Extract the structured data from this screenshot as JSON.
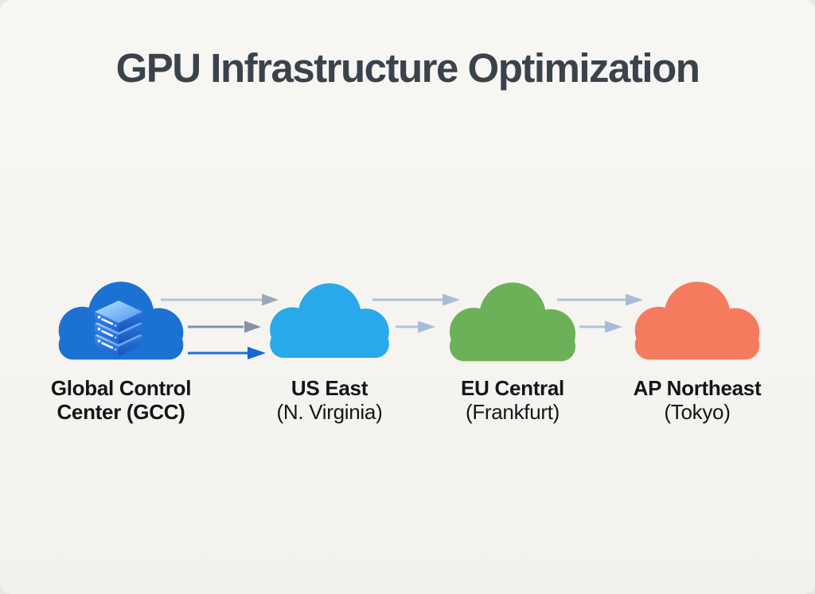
{
  "title": "GPU Infrastructure Optimization",
  "theme": {
    "background": "#f6f4f0",
    "title_color": "#3a424b",
    "label_color": "#141519"
  },
  "diagram": {
    "nodes": [
      {
        "id": "gcc",
        "label_line1": "Global Control",
        "label_line2": "Center (GCC)",
        "color": "#1c72d3",
        "icon": "server-stack-icon"
      },
      {
        "id": "us-east",
        "label_line1": "US East",
        "label_line2": "(N. Virginia)",
        "color": "#29a9e9"
      },
      {
        "id": "eu-central",
        "label_line1": "EU Central",
        "label_line2": "(Frankfurt)",
        "color": "#6cb158"
      },
      {
        "id": "ap-northeast",
        "label_line1": "AP Northeast",
        "label_line2": "(Tokyo)",
        "color": "#f47b5e"
      }
    ],
    "arrows": [
      {
        "from": "gcc",
        "to": "us-east",
        "row": "top",
        "line_color": "#b6c3d4",
        "head_color": "#9aa9ba"
      },
      {
        "from": "gcc",
        "to": "us-east",
        "row": "middle",
        "line_color": "#8093a9",
        "head_color": "#8393a5"
      },
      {
        "from": "gcc",
        "to": "us-east",
        "row": "bottom",
        "line_color": "#1d71d5",
        "head_color": "#1767d1"
      },
      {
        "from": "us-east",
        "to": "eu-central",
        "row": "top",
        "line_color": "#aec3de",
        "head_color": "#a6bcd8"
      },
      {
        "from": "us-east",
        "to": "eu-central",
        "row": "middle",
        "line_color": "#aec3de",
        "head_color": "#a6bcd8"
      },
      {
        "from": "eu-central",
        "to": "ap-northeast",
        "row": "top",
        "line_color": "#aec3de",
        "head_color": "#a6bcd8"
      },
      {
        "from": "eu-central",
        "to": "ap-northeast",
        "row": "middle",
        "line_color": "#aec3de",
        "head_color": "#a6bcd8"
      }
    ]
  }
}
